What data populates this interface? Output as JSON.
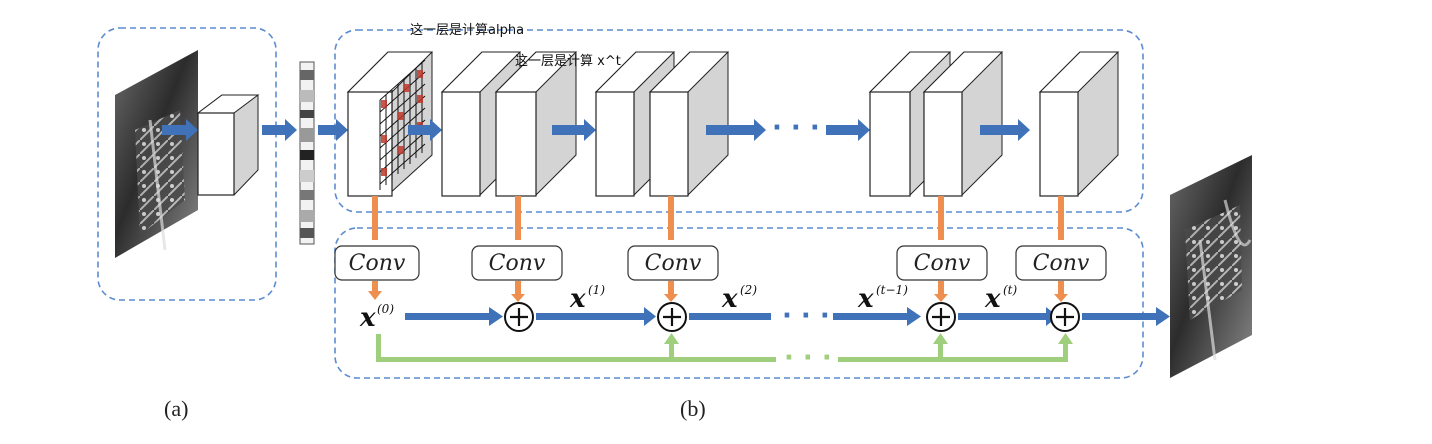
{
  "annotations": {
    "alpha_note": "这一层是计算alpha",
    "xt_note": "这一层是计算 x^t"
  },
  "conv_labels": [
    "Conv",
    "Conv",
    "Conv",
    "Conv",
    "Conv"
  ],
  "x_terms": {
    "base": "x",
    "sups": [
      "(0)",
      "(1)",
      "(2)",
      "(t−1)",
      "(t)"
    ]
  },
  "ellipsis": "· · ·",
  "captions": {
    "a": "(a)",
    "b": "(b)"
  },
  "colors": {
    "blue_arrow": "#3f72b8",
    "orange_arrow": "#ee8e4f",
    "green_arrow": "#9fce7c",
    "dashed_border": "#5b8cd0",
    "cube_side": "#d4d4d4",
    "grid_red": "#c0392b"
  }
}
